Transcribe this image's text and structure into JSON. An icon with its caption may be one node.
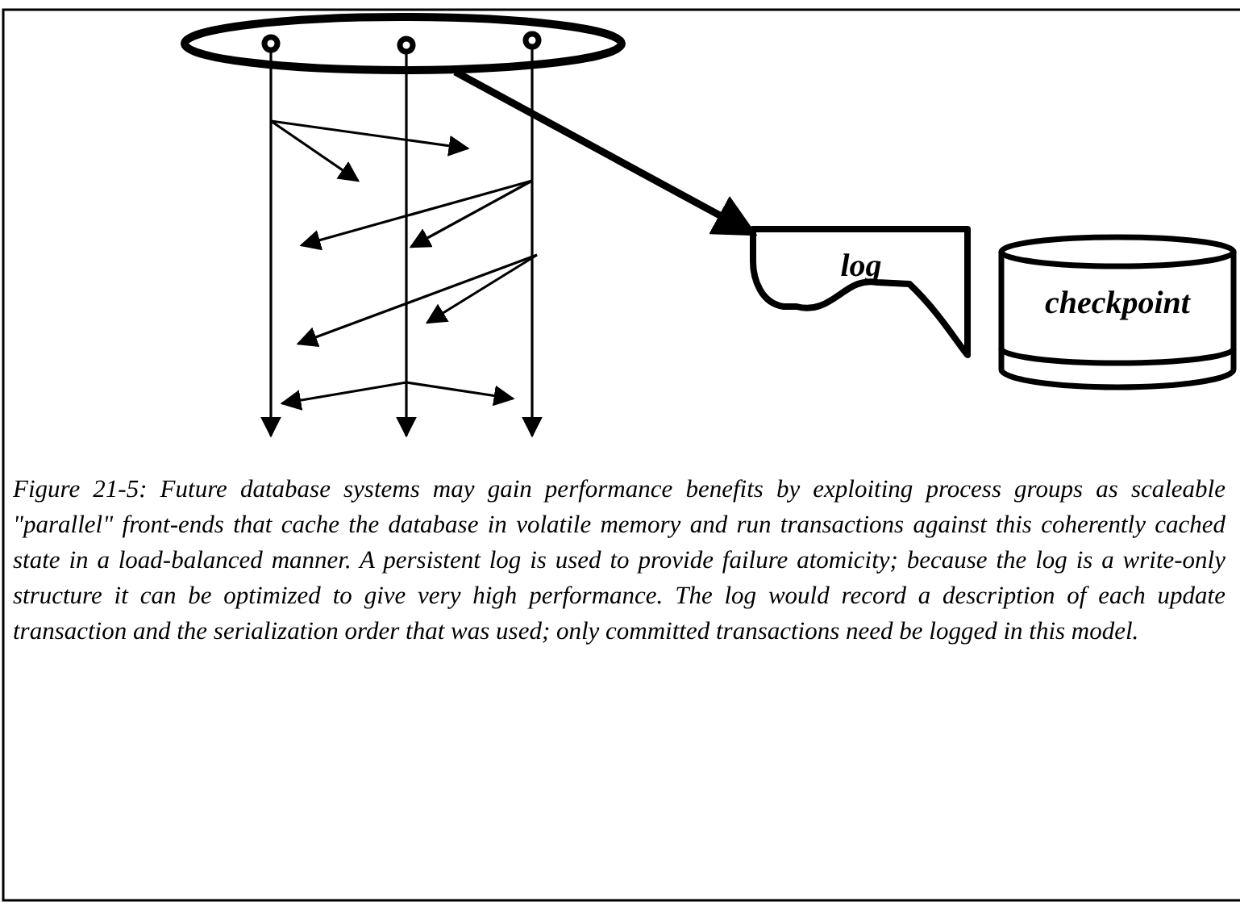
{
  "diagram": {
    "caption": "Figure 21-5:  Future database systems may gain performance benefits by exploiting process groups as scaleable \"parallel\" front-ends that cache the database in volatile memory and run transactions against this coherently cached state in a load-balanced manner.  A persistent log is used to provide failure atomicity; because the log is a write-only structure it can be optimized to give very high performance.  The log would record a description of each update transaction and the serialization order that was used; only committed transactions need be logged in this model.",
    "nodes": [
      {
        "text": [],
        "shape": "ellipse"
      },
      {
        "text": [],
        "shape": "circle",
        "in": 0
      },
      {
        "text": [],
        "shape": "circle",
        "in": 0
      },
      {
        "text": [],
        "shape": "circle",
        "in": 0
      },
      {
        "text": [
          "log"
        ]
      },
      {
        "text": [
          "checkpoint"
        ]
      }
    ],
    "edges": [
      {
        "from": 1,
        "to": null,
        "arrow": "to"
      },
      {
        "from": 2,
        "to": null,
        "arrow": "to"
      },
      {
        "from": 3,
        "to": null,
        "arrow": "to"
      },
      {
        "from": 0,
        "to": 4,
        "arrow": "to",
        "style": "thick"
      }
    ]
  }
}
